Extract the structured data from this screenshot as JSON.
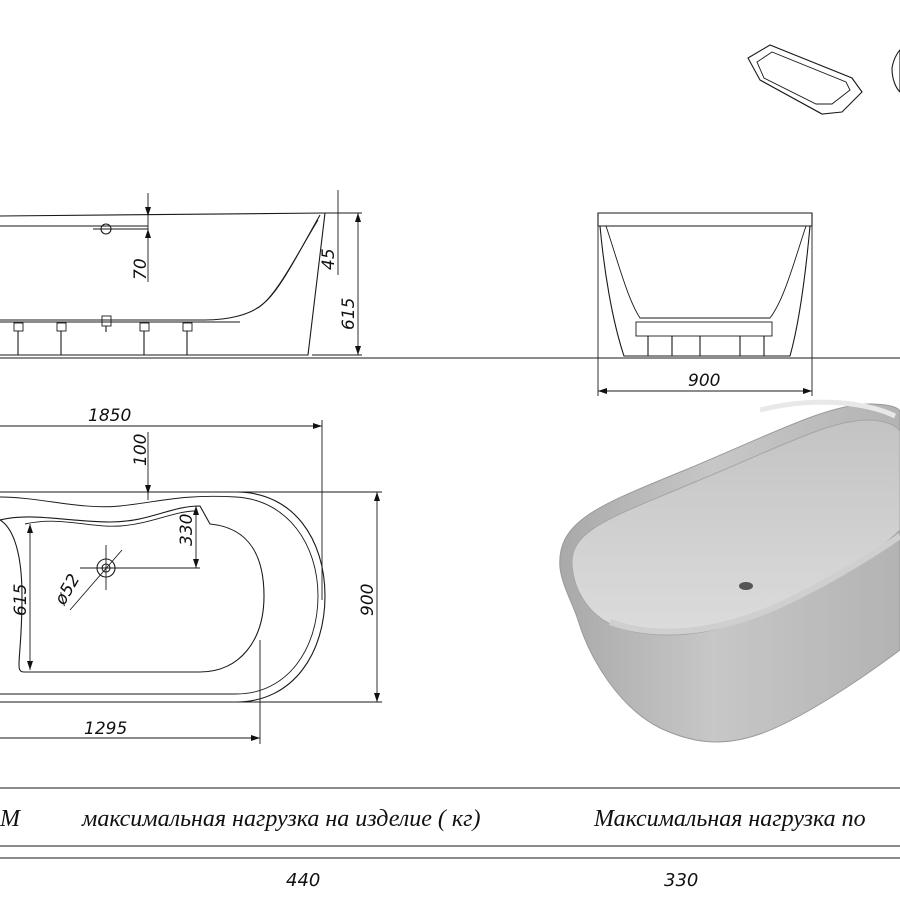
{
  "dimensions": {
    "overall_length": "1850",
    "drain_offset_top": "100",
    "inner_width_offset": "330",
    "inner_depth": "615",
    "drain_diameter": "ø52",
    "overall_width": "900",
    "inner_length": "1295",
    "overflow_height": "70",
    "rim_height": "45",
    "total_height": "615",
    "side_width": "900"
  },
  "table": {
    "col0_header": "М",
    "col1_header": "максимальная нагрузка на изделие ( кг)",
    "col2_header": "Максимальная нагрузка по",
    "col1_value": "440",
    "col2_value": "330"
  },
  "colors": {
    "line": "#1a1a1a",
    "tub_outer": "#b9b9b9",
    "tub_inner": "#d6d6d6"
  }
}
